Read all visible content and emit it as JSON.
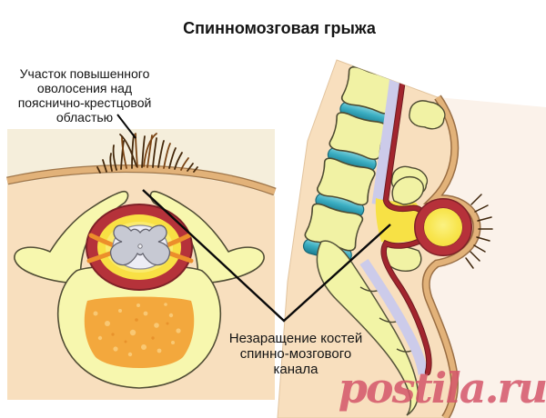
{
  "title": "Спинномозговая грыжа",
  "labels": {
    "hair_patch": {
      "line1": "Участок повышенного",
      "line2": "оволосения над",
      "line3": "пояснично-крестцовой",
      "line4": "областью"
    },
    "canal_defect": {
      "line1": "Незаращение костей",
      "line2": "спинно-мозгового",
      "line3": "канала"
    }
  },
  "watermark": "postila.ru",
  "colors": {
    "skin_tone": "#F8DFBE",
    "outside_tone": "#FBF2EA",
    "panel_cream": "#F5EEDB",
    "skin_band": "#E2B279",
    "bone_pale": "#F6F6AC",
    "dura_red": "#B5323A",
    "csf_yellow": "#F8E044",
    "cord_gray": "#C7C9D3",
    "nerve_orange": "#EC8E2B",
    "disc_teal": "#3BAEC2",
    "canal_lavender": "#CCCBEA",
    "spongy_orange": "#F3A83D",
    "hair_brown": "#45290C",
    "watermark_pink": "#D4566A"
  }
}
